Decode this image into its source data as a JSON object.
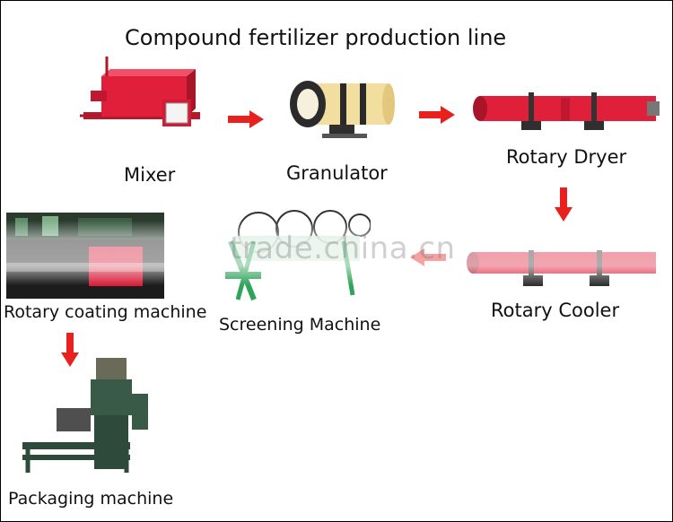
{
  "title": "Compound fertilizer production line",
  "watermark": "trade.china.cn",
  "colors": {
    "machine_red": "#e0203a",
    "granulator_cream": "#f2dfa0",
    "arrow_red": "#e8201e",
    "screen_green": "#2fa35a"
  },
  "steps": [
    {
      "label": "Mixer",
      "icon": "mixer-machine"
    },
    {
      "label": "Granulator",
      "icon": "granulator-drum"
    },
    {
      "label": "Rotary Dryer",
      "icon": "rotary-dryer"
    },
    {
      "label": "Rotary Cooler",
      "icon": "rotary-cooler"
    },
    {
      "label": "Screening Machine",
      "icon": "screening-machine"
    },
    {
      "label": "Rotary coating machine",
      "icon": "coating-machine"
    },
    {
      "label": "Packaging machine",
      "icon": "packaging-machine"
    }
  ]
}
